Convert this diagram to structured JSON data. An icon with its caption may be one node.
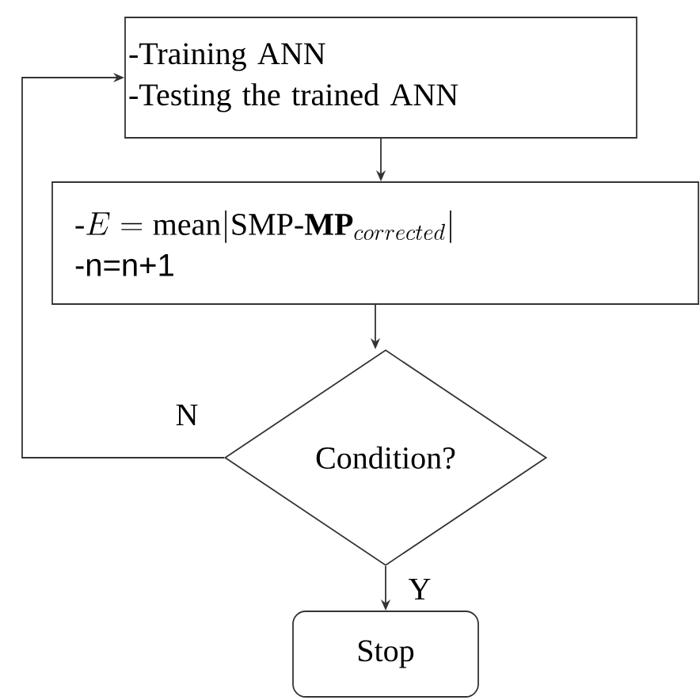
{
  "diagram": {
    "nodes": [
      {
        "text": [
          "-Training ANN",
          "-Testing the trained ANN"
        ]
      },
      {
        "text": [
          "\\text{-}E=\\mathrm{mean}|\\mathrm{SMP}\\text{-}\\mathbf{MP}_{corrected}|",
          "-n=n+1"
        ]
      },
      {
        "text": [
          "Condition?"
        ]
      },
      {
        "text": [
          "Stop"
        ]
      }
    ],
    "edges": [
      {
        "from": 0,
        "to": 1,
        "arrow": "to"
      },
      {
        "from": 1,
        "to": 2,
        "arrow": "to"
      },
      {
        "from": 2,
        "to": 3,
        "arrow": "to",
        "label": "Y"
      },
      {
        "from": 2,
        "to": 0,
        "arrow": "to",
        "label": "N"
      }
    ]
  }
}
